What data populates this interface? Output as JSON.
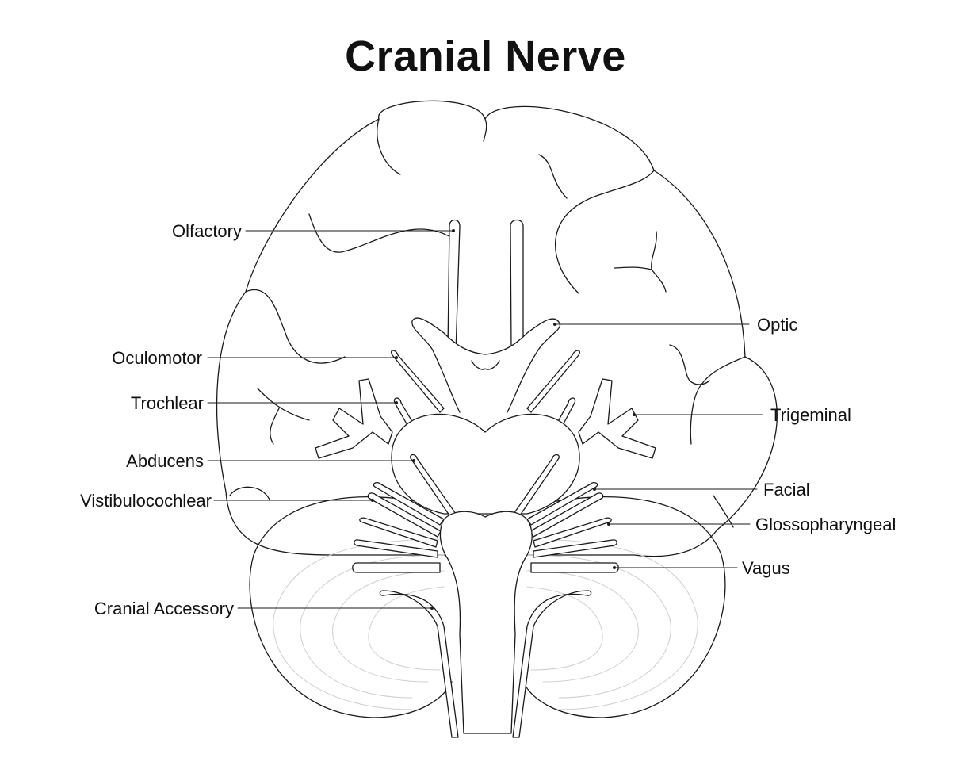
{
  "title": "Cranial Nerve",
  "labels": {
    "olfactory": "Olfactory",
    "oculomotor": "Oculomotor",
    "trochlear": "Trochlear",
    "abducens": "Abducens",
    "vestibulocochlear": "Vistibulocochlear",
    "cranial_accessory": "Cranial Accessory",
    "optic": "Optic",
    "trigeminal": "Trigeminal",
    "facial": "Facial",
    "glossopharyngeal": "Glossopharyngeal",
    "vagus": "Vagus"
  },
  "colors": {
    "outline": "#1a1a1a",
    "cerebellum_lines": "#cfcfcf",
    "background": "#ffffff"
  }
}
